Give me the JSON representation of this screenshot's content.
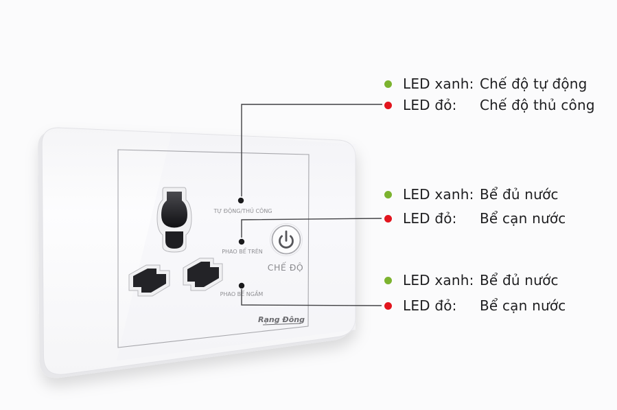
{
  "page": {
    "background": "#fbfbfc",
    "type": "product-callout-diagram"
  },
  "device": {
    "brand": "Rạng Đông",
    "labels": {
      "led1": "TỰ ĐỘNG/THỦ CÔNG",
      "led2": "PHAO BỂ TRÊN",
      "led3": "PHAO BỂ NGẦM",
      "mode_button": "CHẾ ĐỘ"
    },
    "parts": {
      "top_socket": "universal-3-pin-socket-hole",
      "bottom_sockets": "two-universal-flat-pin-holes",
      "mode_button_icon": "power-icon"
    }
  },
  "annotations": {
    "colors": {
      "green_led": "#7cb32f",
      "red_led": "#e2151e",
      "connector_line": "#404043",
      "text": "#1e1e20",
      "panel_label_text": "#8e8e92"
    },
    "blocks": [
      {
        "rows": [
          {
            "led_color": "green",
            "label": "LED xanh:",
            "desc": "Chế độ tự động"
          },
          {
            "led_color": "red",
            "label": "LED đỏ:",
            "desc": "Chế độ thủ công"
          }
        ]
      },
      {
        "rows": [
          {
            "led_color": "green",
            "label": "LED xanh:",
            "desc": "Bể đủ nước"
          },
          {
            "led_color": "red",
            "label": "LED đỏ:",
            "desc": "Bể cạn nước"
          }
        ]
      },
      {
        "rows": [
          {
            "led_color": "green",
            "label": "LED xanh:",
            "desc": "Bể đủ nước"
          },
          {
            "led_color": "red",
            "label": "LED đỏ:",
            "desc": "Bể cạn nước"
          }
        ]
      }
    ]
  }
}
